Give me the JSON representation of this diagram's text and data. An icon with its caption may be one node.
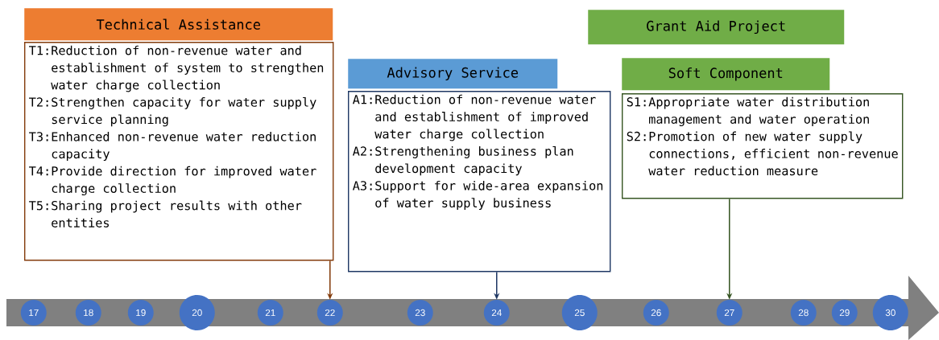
{
  "diagram": {
    "nodes": [
      {
        "text": [
          "Technical Assistance"
        ]
      },
      {
        "text": [
          "T1:Reduction of non-revenue water and establishment of system to strengthen water charge collection",
          "T2:Strengthen capacity for water supply service planning",
          "T3:Enhanced non-revenue water reduction capacity",
          "T4:Provide direction for improved water charge collection",
          "T5:Sharing project results with other entities"
        ]
      },
      {
        "text": [
          "Advisory Service"
        ]
      },
      {
        "text": [
          "A1:Reduction of non-revenue water and establishment of improved water charge collection",
          "A2:Strengthening business plan development capacity",
          "A3:Support for wide-area expansion of water supply business"
        ]
      },
      {
        "text": [
          "Grant Aid Project"
        ]
      },
      {
        "text": [
          "Soft Component"
        ]
      },
      {
        "text": [
          "S1:Appropriate water distribution management and water operation",
          "S2:Promotion of new water supply connections, efficient non-revenue water reduction measure"
        ]
      },
      {
        "text": [],
        "shape": "arrow"
      },
      {
        "text": [
          "17"
        ],
        "in": 7
      },
      {
        "text": [
          "18"
        ],
        "in": 7
      },
      {
        "text": [
          "19"
        ],
        "in": 7
      },
      {
        "text": [
          "20"
        ],
        "in": 7
      },
      {
        "text": [
          "21"
        ],
        "in": 7
      },
      {
        "text": [
          "22"
        ],
        "in": 7
      },
      {
        "text": [
          "23"
        ],
        "in": 7
      },
      {
        "text": [
          "24"
        ],
        "in": 7
      },
      {
        "text": [
          "25"
        ],
        "in": 7
      },
      {
        "text": [
          "26"
        ],
        "in": 7
      },
      {
        "text": [
          "27"
        ],
        "in": 7
      },
      {
        "text": [
          "28"
        ],
        "in": 7
      },
      {
        "text": [
          "29"
        ],
        "in": 7
      },
      {
        "text": [
          "30"
        ],
        "in": 7
      }
    ],
    "edges": [
      {
        "from": 1,
        "to": 13,
        "arrow": "to",
        "color": "#843c0c"
      },
      {
        "from": 3,
        "to": 15,
        "arrow": "to",
        "color": "#1f3864"
      },
      {
        "from": 6,
        "to": 18,
        "arrow": "to",
        "color": "#375623"
      }
    ]
  }
}
